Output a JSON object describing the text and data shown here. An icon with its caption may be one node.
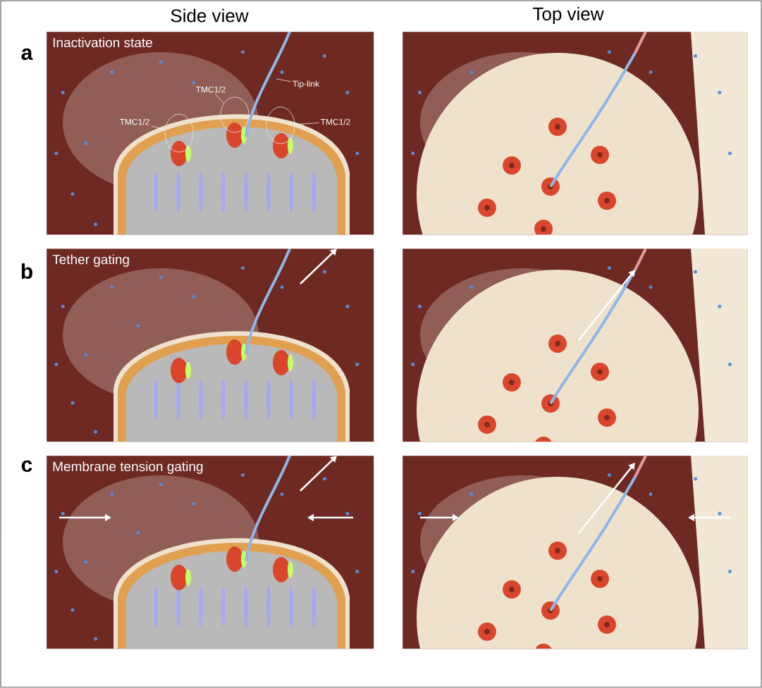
{
  "diagram": {
    "nodes": [
      {
        "text": [
          "Inactivation state"
        ]
      },
      {
        "text": [],
        "shape": "picture"
      },
      {
        "text": [
          "Tether gating"
        ]
      },
      {
        "text": [],
        "shape": "picture"
      },
      {
        "text": [
          "Membrane tension gating"
        ]
      },
      {
        "text": [],
        "shape": "picture"
      },
      {
        "text": [
          "TMC1/2"
        ],
        "in": 0
      },
      {
        "text": [
          "TMC1/2"
        ],
        "in": 0
      },
      {
        "text": [
          "Tip-link"
        ],
        "in": 0
      },
      {
        "text": [
          "TMC1/2"
        ],
        "in": 0
      },
      {
        "text": [],
        "shape": "circle",
        "in": 0
      },
      {
        "text": [],
        "shape": "circle",
        "in": 0
      },
      {
        "text": [],
        "shape": "circle",
        "in": 0
      }
    ],
    "edges": [
      {
        "from": 6,
        "to": 10,
        "arrow": "none"
      },
      {
        "from": 7,
        "to": 11,
        "arrow": "none"
      },
      {
        "from": 8,
        "to": null,
        "arrow": "none"
      },
      {
        "from": 9,
        "to": 12,
        "arrow": "none"
      }
    ],
    "labels": [
      "Side view",
      "Top view",
      "a",
      "b",
      "c"
    ]
  }
}
